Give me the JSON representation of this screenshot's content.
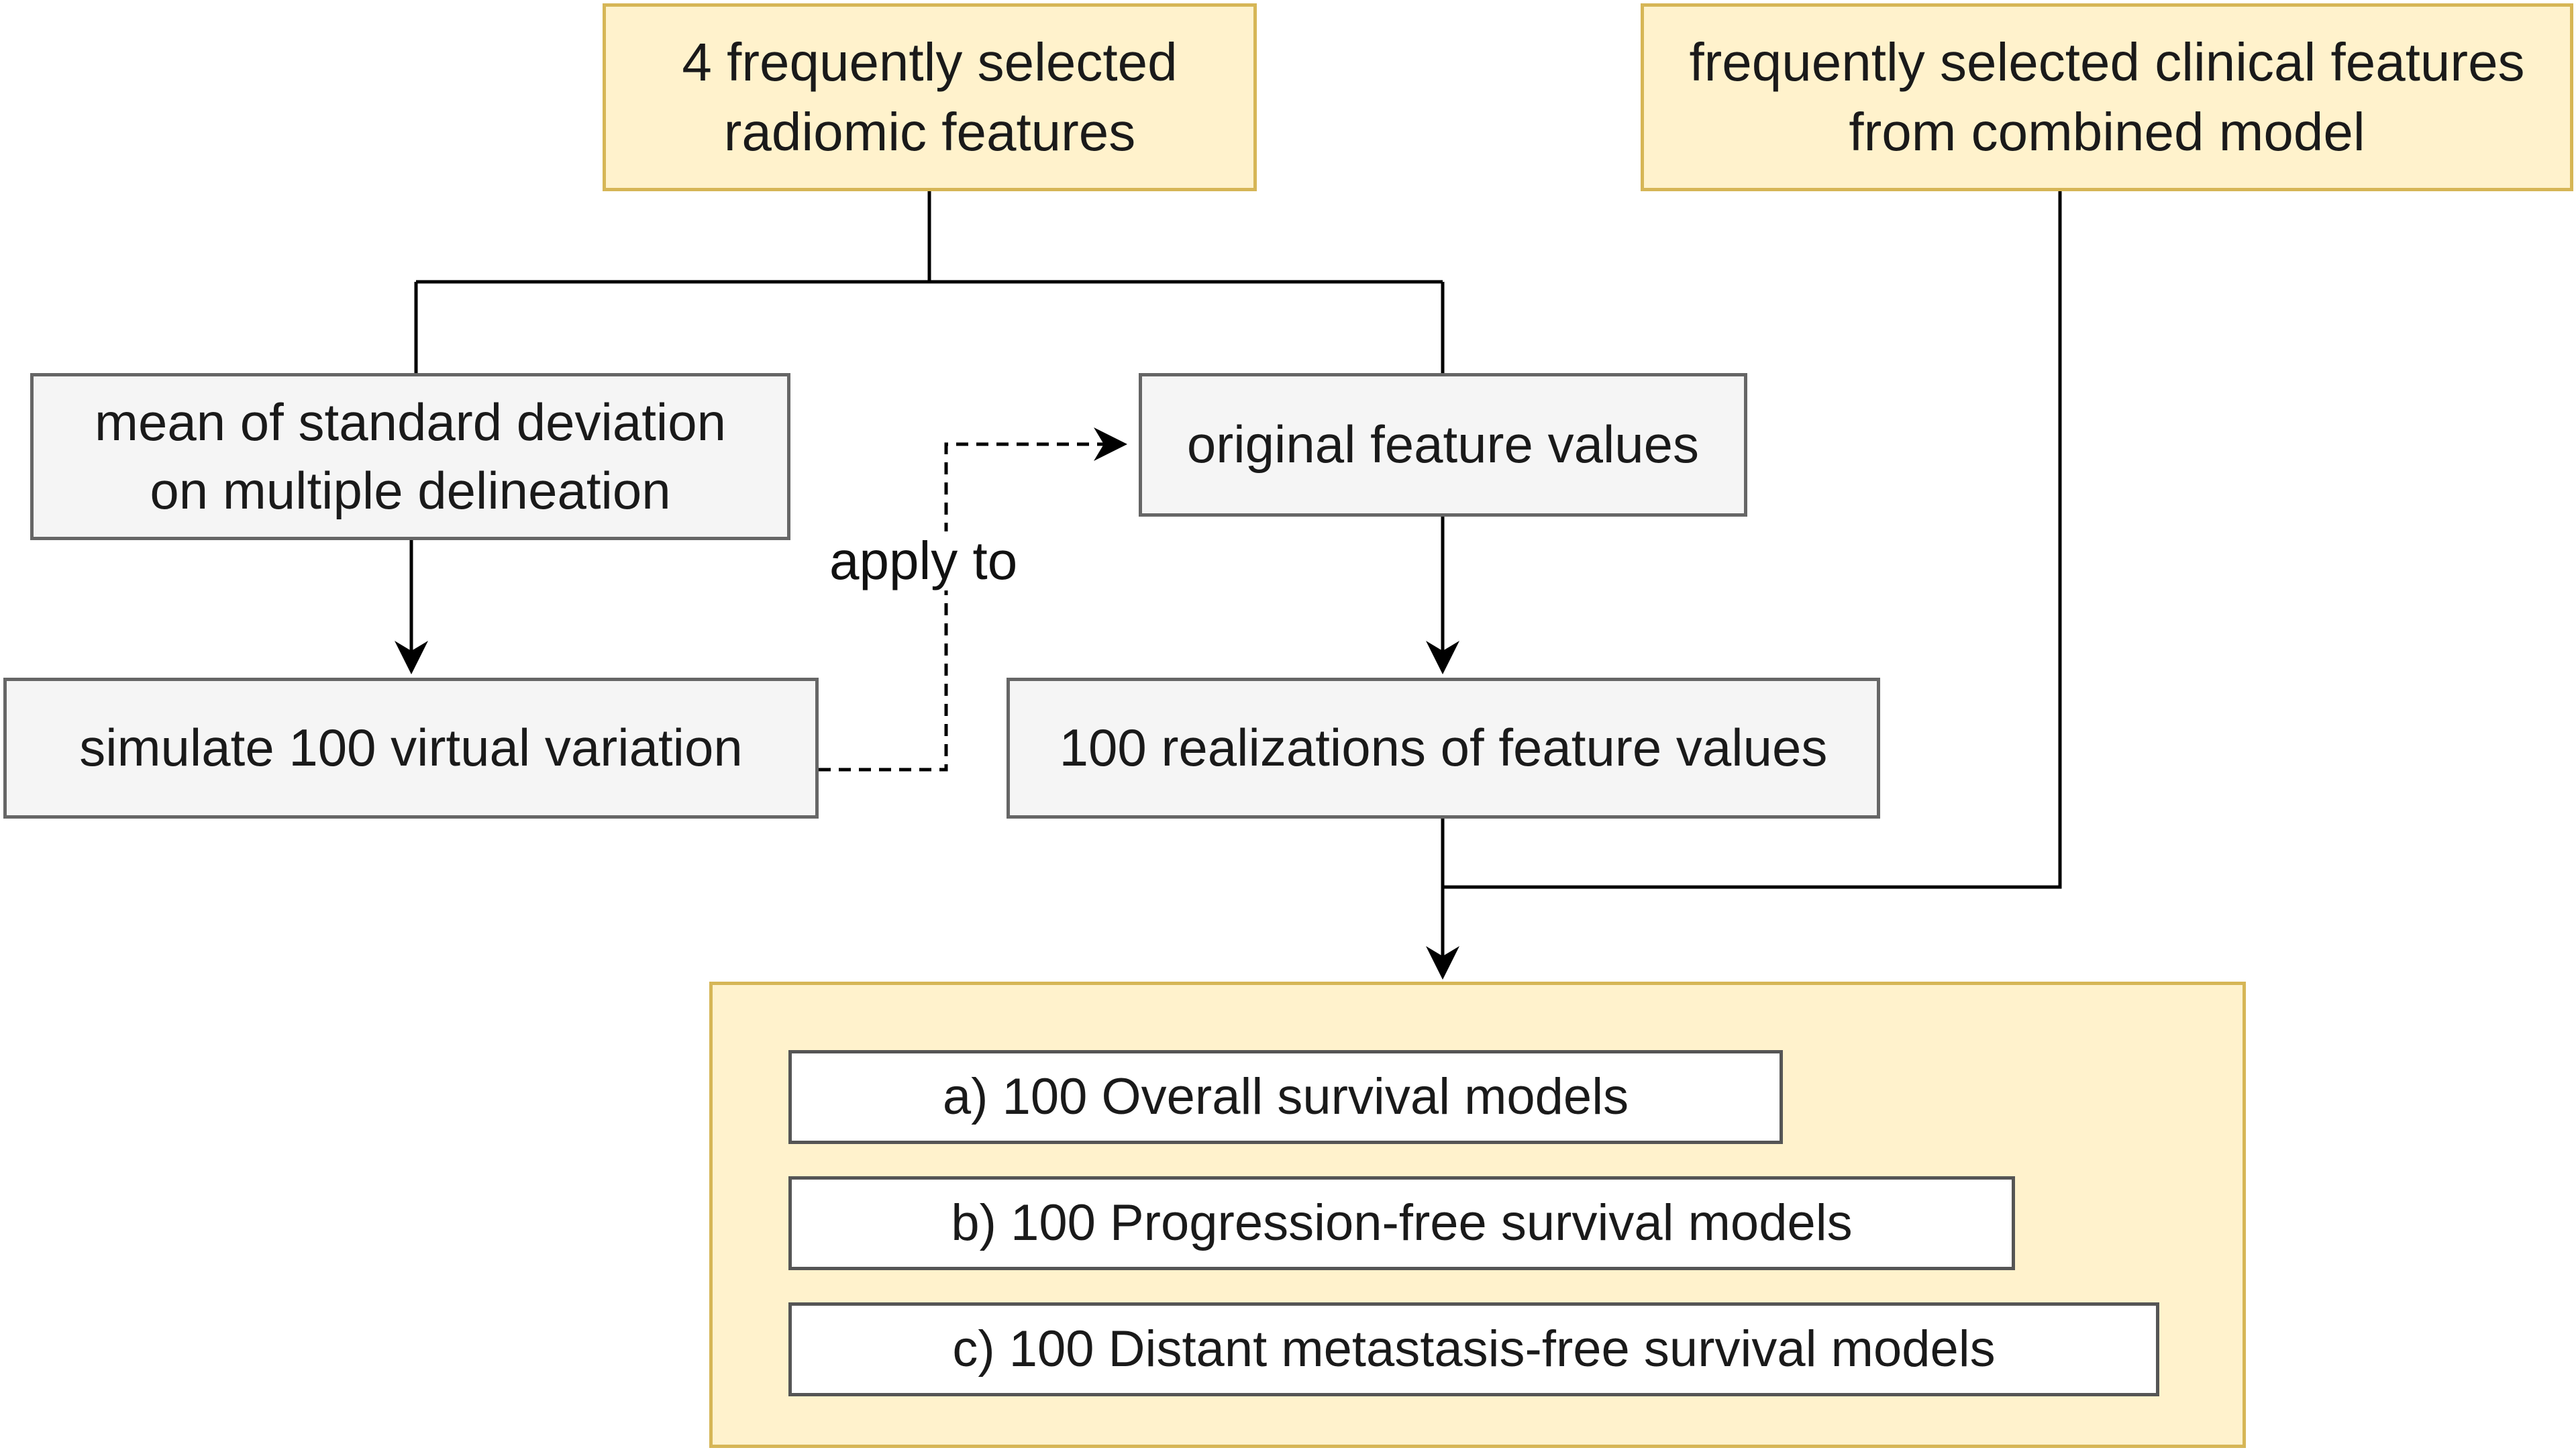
{
  "nodes": {
    "radiomic_features": "4 frequently selected\nradiomic features",
    "clinical_features": "frequently selected clinical features\nfrom combined model",
    "mean_std": "mean of standard deviation\non multiple delineation",
    "original_values": "original feature values",
    "simulate": "simulate 100 virtual variation",
    "realizations": "100 realizations of feature values",
    "models": {
      "a": "a) 100 Overall survival models",
      "b": "b) 100 Progression-free survival models",
      "c": "c) 100 Distant metastasis-free survival models"
    }
  },
  "edges": {
    "apply_to_label": "apply to"
  },
  "colors": {
    "yellow_fill": "#fff2cc",
    "yellow_stroke": "#d6b656",
    "gray_fill": "#f5f5f5",
    "gray_stroke": "#666666",
    "edge": "#000000"
  }
}
